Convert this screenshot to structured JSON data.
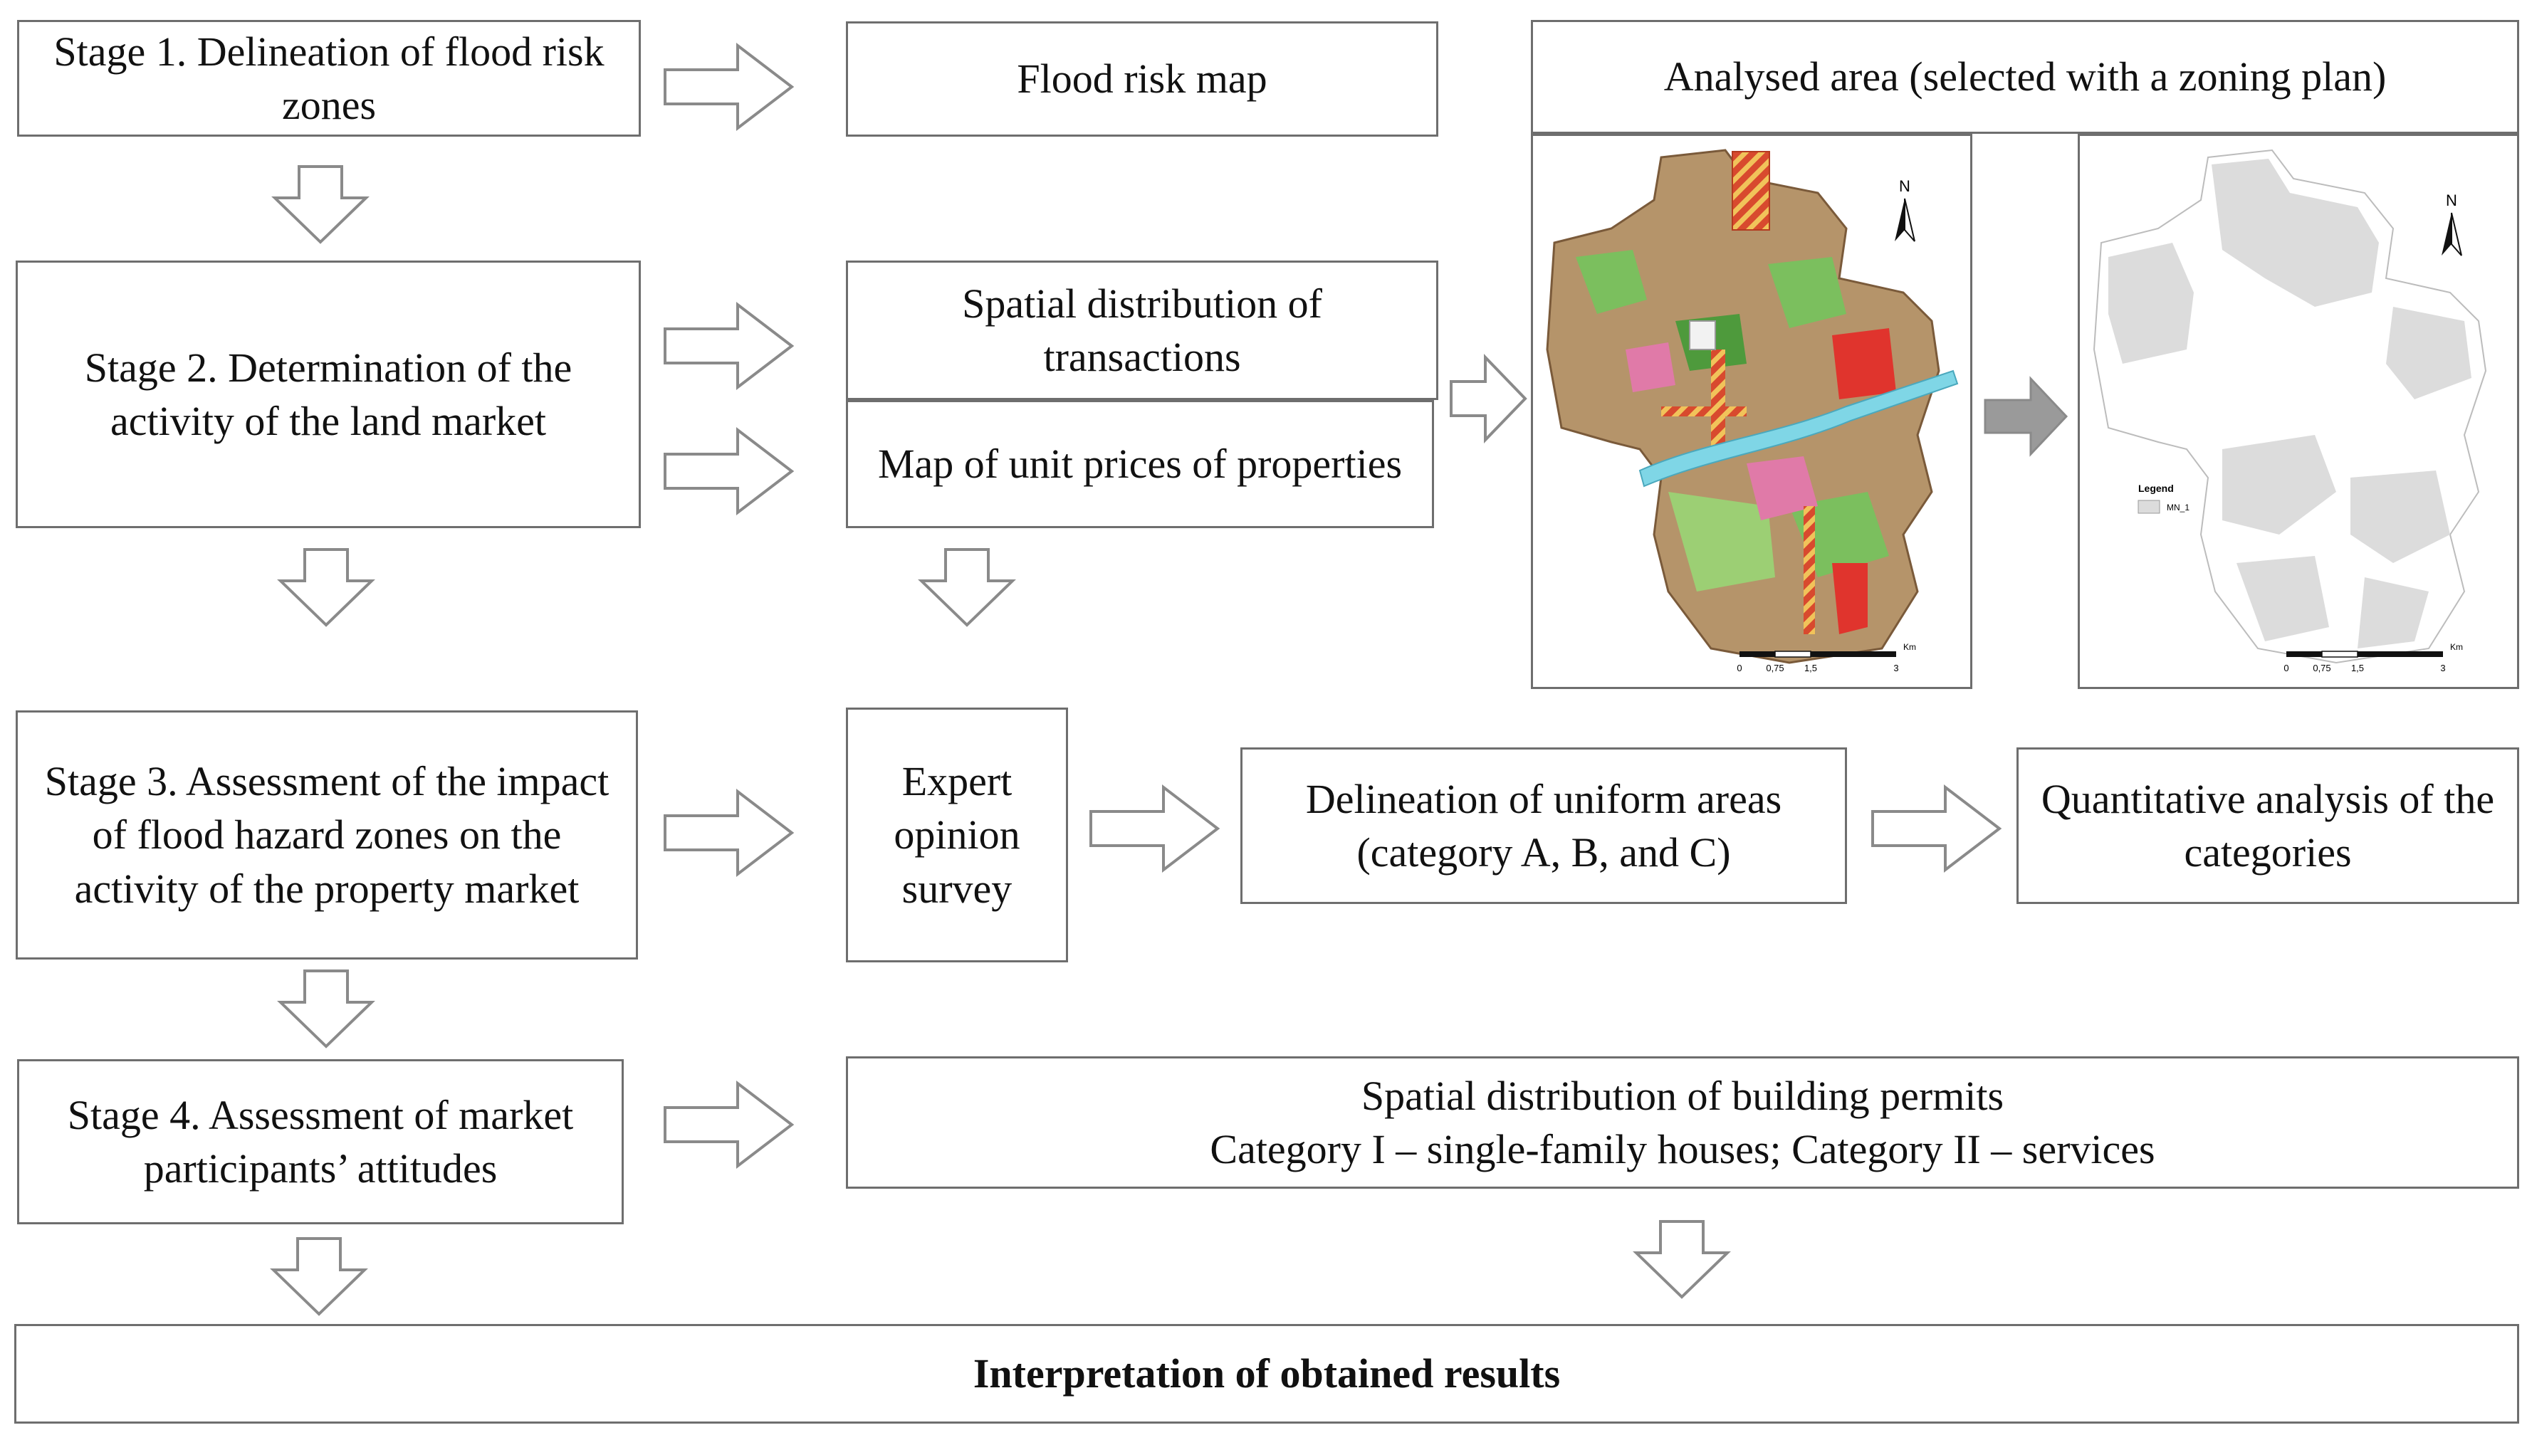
{
  "stages": {
    "stage1": "Stage 1. Delineation of flood risk zones",
    "stage2": "Stage 2. Determination of the activity of the land market",
    "stage3": "Stage 3. Assessment of the impact of flood hazard zones on the activity of the property market",
    "stage4": "Stage 4. Assessment of market participants’ attitudes"
  },
  "outputs": {
    "flood_risk_map": "Flood risk map",
    "spatial_transactions": "Spatial distribution of transactions",
    "unit_prices_map": "Map of unit prices of properties",
    "expert_survey": "Expert opinion survey",
    "uniform_areas": "Delineation of uniform areas (category A, B, and C)",
    "quantitative_analysis": "Quantitative analysis of the categories",
    "permits_line1": "Spatial distribution of building permits",
    "permits_line2": "Category I – single-family houses; Category II – services"
  },
  "analysed_area": {
    "title": "Analysed area (selected with a zoning plan)",
    "north": "N",
    "legend_title": "Legend",
    "legend_item": "MN_1",
    "scale_labels": [
      "0",
      "0,75",
      "1,5",
      "3"
    ],
    "scale_unit": "Km"
  },
  "final": "Interpretation of obtained results",
  "colors": {
    "border": "#6e6e6e",
    "arrow_outline": "#8a8a8a",
    "grey_arrow": "#9a9a9a",
    "zoning_brown": "#b5946a",
    "zoning_green": "#7bbf5e",
    "zoning_red": "#e0342d",
    "zoning_pink": "#e07aa8",
    "river": "#7fd6e6",
    "analysed_fill": "#dcdcdc"
  }
}
